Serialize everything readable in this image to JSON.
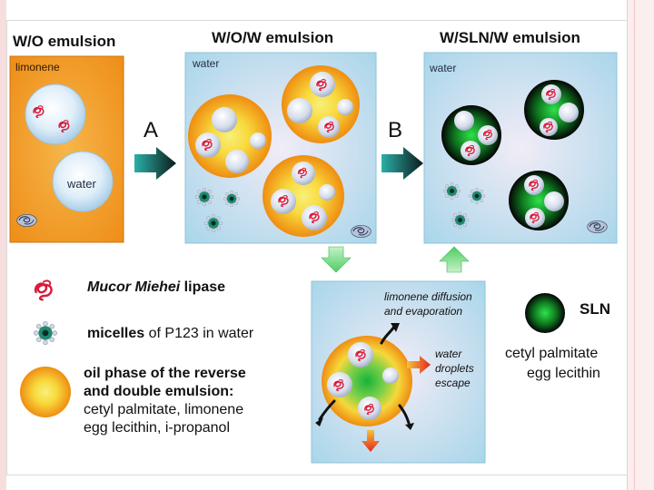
{
  "panels": {
    "wo": {
      "title": "W/O emulsion",
      "phase_label": "limonene",
      "droplet_label": "water"
    },
    "wow": {
      "title": "W/O/W emulsion",
      "phase_label": "water"
    },
    "wsln": {
      "title": "W/SLN/W emulsion",
      "phase_label": "water"
    }
  },
  "steps": {
    "a": "A",
    "b": "B"
  },
  "legend": {
    "lipase": {
      "name_italic": "Mucor Miehei",
      "name_rest": " lipase"
    },
    "micelles": {
      "strong": "micelles",
      "rest": " of P123 in water"
    },
    "oil_phase": {
      "line1": "oil phase of the reverse",
      "line2": "and double emulsion:",
      "line3": "cetyl palmitate, limonene",
      "line4": "egg lecithin, i-propanol"
    },
    "sln": {
      "title": "SLN",
      "line1": "cetyl palmitate",
      "line2": "egg lecithin"
    }
  },
  "process": {
    "diffusion_line1": "limonene diffusion",
    "diffusion_line2": "and evaporation",
    "water_line1": "water",
    "water_line2": "droplets",
    "water_line3": "escape"
  },
  "colors": {
    "limonene_fill": "#f29a1f",
    "water_fill": "#b9dcee",
    "arrow_teal": "#2aa3a8",
    "sln_green": "#1fbf3a",
    "lipase_red": "#d81b3c"
  },
  "icon_names": [
    "lipase-icon",
    "micelle-icon",
    "sln-icon",
    "stirrer-icon",
    "arrow-icon"
  ]
}
